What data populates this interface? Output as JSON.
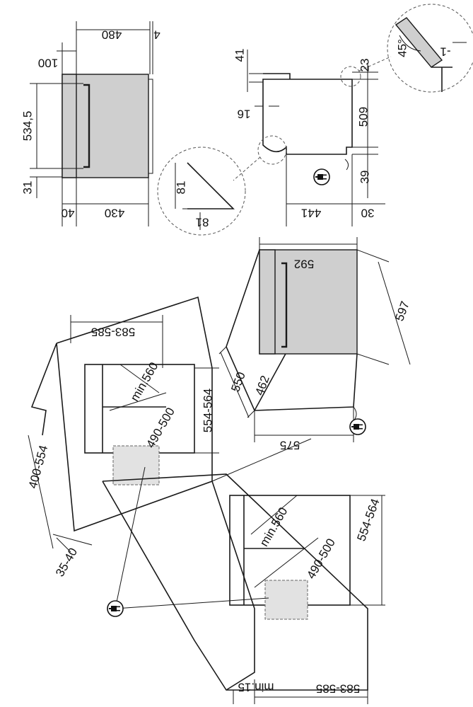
{
  "side_view": {
    "depth_480": "480",
    "gap_4": "4",
    "door_100": "100",
    "height_534_5": "534,5",
    "bottom_31": "31",
    "front_40": "40",
    "body_430": "430"
  },
  "profile_view": {
    "top_41": "41",
    "offset_16": "16",
    "top_23": "23",
    "body_509": "509",
    "bottom_39": "39",
    "depth_441": "441",
    "base_30": "30",
    "detail_81_a": "81",
    "detail_81_b": "81",
    "angle_45": "45°",
    "offset_minus1": "-1"
  },
  "oven": {
    "width_592": "592",
    "height_597": "597",
    "depth_550": "550",
    "depth_462": "462",
    "width_575": "575"
  },
  "upper_cabinet": {
    "width_583_585": "583-585",
    "min_560": "min.560",
    "opening_490_500": "490-500",
    "height_554_564": "554-564",
    "range_400_554": "400-554",
    "thickness_35_40": "35-40"
  },
  "lower_cabinet": {
    "min_560": "min.560",
    "opening_490_500": "490-500",
    "height_554_564": "554-564",
    "min_15": "min.15",
    "width_583_585": "583-585"
  },
  "icons": [
    "power-plug-icon",
    "power-plug-icon",
    "power-plug-icon"
  ]
}
